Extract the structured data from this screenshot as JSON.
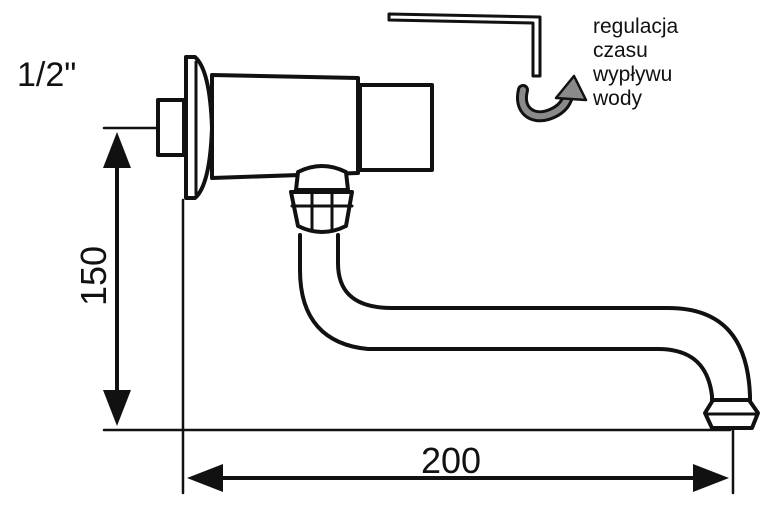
{
  "labels": {
    "thread_size": "1/2\"",
    "adjustment_note": [
      "regulacja",
      "czasu",
      "wypływu",
      "wody"
    ],
    "dimension_horizontal": "200",
    "dimension_vertical": "150"
  },
  "colors": {
    "line": "#111111",
    "fill": "#ffffff",
    "arrow_accent": "#8a8a8a"
  },
  "icons": [
    "hex-key-icon",
    "rotation-arrow-icon"
  ]
}
